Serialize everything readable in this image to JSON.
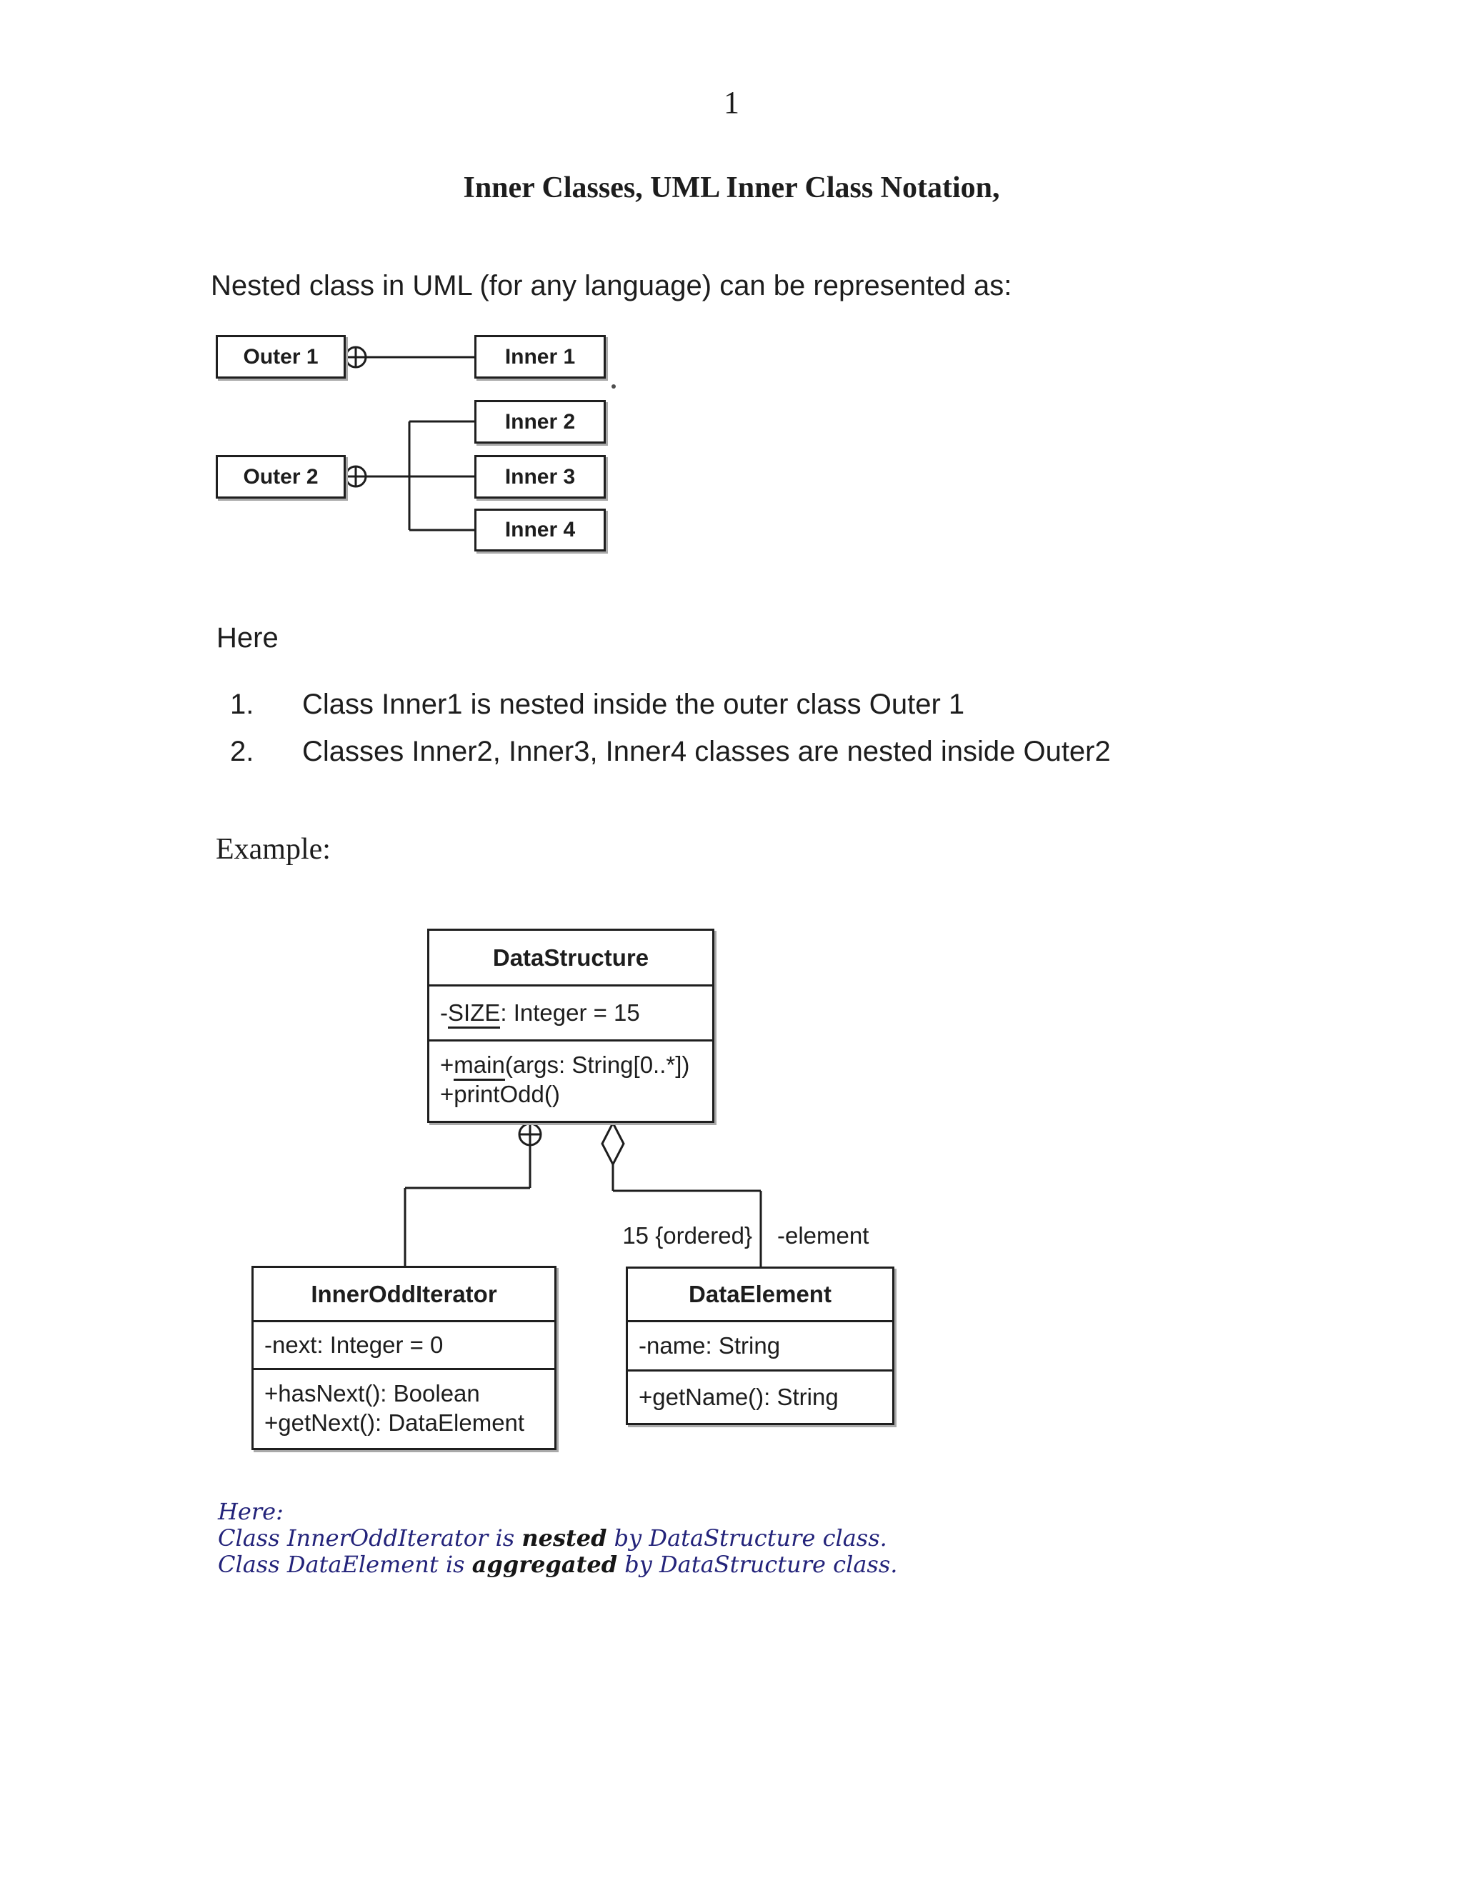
{
  "page": {
    "number": "1",
    "title": "Inner Classes, UML Inner Class Notation,"
  },
  "intro_text": "Nested class in UML (for any language) can be represented as:",
  "nesting_diagram": {
    "outer1": "Outer 1",
    "outer2": "Outer 2",
    "inner1": "Inner 1",
    "inner2": "Inner 2",
    "inner3": "Inner 3",
    "inner4": "Inner 4"
  },
  "here_heading": "Here",
  "list": {
    "item1": {
      "num": "1.",
      "text": "Class Inner1 is nested inside the outer class Outer 1"
    },
    "item2": {
      "num": "2.",
      "text": "Classes Inner2, Inner3, Inner4 classes are nested inside Outer2"
    }
  },
  "example_heading": "Example:",
  "class_diagram": {
    "datastructure": {
      "name": "DataStructure",
      "attr_prefix": "-",
      "attr_underlined": "SIZE",
      "attr_rest": ": Integer = 15",
      "method1_prefix": "+",
      "method1_underlined": "main",
      "method1_rest": "(args: String[0..*])",
      "method2": "+printOdd()"
    },
    "inner_odd_iterator": {
      "name": "InnerOddIterator",
      "attr": "-next: Integer = 0",
      "method1": "+hasNext(): Boolean",
      "method2": "+getNext(): DataElement"
    },
    "data_element": {
      "name": "DataElement",
      "attr": "-name: String",
      "method1": "+getName(): String"
    },
    "multiplicity_label": "15 {ordered}",
    "role_label": "-element"
  },
  "footer": {
    "line1": "Here:",
    "line2_pre": "Class InnerOddIterator is ",
    "line2_bold": "nested",
    "line2_post": " by DataStructure class.",
    "line3_pre": "Class DataElement is ",
    "line3_bold": "aggregated",
    "line3_post": " by DataStructure class."
  },
  "colors": {
    "ink": "#1d1d1d",
    "footer_blue": "#23237a",
    "box_shadow": "#a9a9a9"
  }
}
